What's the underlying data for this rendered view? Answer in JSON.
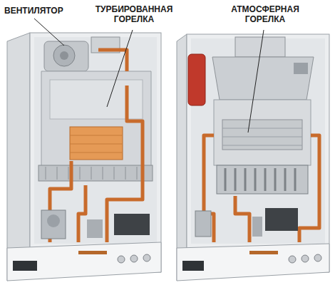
{
  "diagram": {
    "labels": [
      "ВЕНТИЛЯТОР",
      "ТУРБИРОВАННАЯ ГОРЕЛКА",
      "АТМОСФЕРНАЯ ГОРЕЛКА"
    ]
  }
}
